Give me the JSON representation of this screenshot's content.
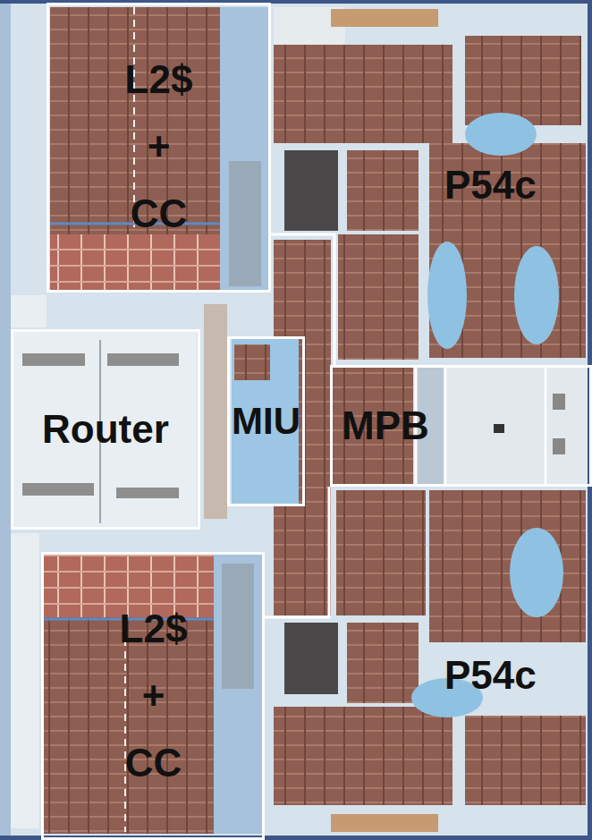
{
  "diagram": {
    "nodes": [
      {
        "text": [
          "L2$ + CC"
        ]
      },
      {
        "text": [
          "Router"
        ]
      },
      {
        "text": [
          "MIU"
        ]
      },
      {
        "text": [
          "MPB"
        ]
      },
      {
        "text": [
          "L2$ + CC"
        ]
      }
    ],
    "labels": [
      "P54c",
      "P54c"
    ]
  }
}
